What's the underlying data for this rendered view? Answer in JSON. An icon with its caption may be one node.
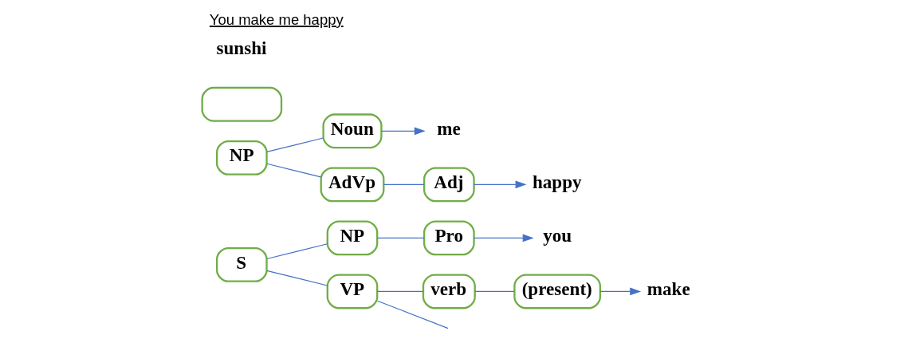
{
  "diagram": {
    "title": "You make me happy",
    "nodes": [
      {
        "text": [
          "S"
        ]
      },
      {
        "text": [
          "NP"
        ]
      },
      {
        "text": [
          "Pro"
        ]
      },
      {
        "text": [
          "VP"
        ]
      },
      {
        "text": [
          "verb"
        ]
      },
      {
        "text": [
          "(present)"
        ]
      },
      {
        "text": [
          "Noun"
        ]
      },
      {
        "text": [
          "NP"
        ]
      },
      {
        "text": [
          "AdVp"
        ]
      },
      {
        "text": [
          "Adj"
        ]
      },
      {
        "text": [
          "you"
        ]
      },
      {
        "text": [
          "make"
        ]
      },
      {
        "text": [
          "me"
        ]
      },
      {
        "text": [
          "happy"
        ]
      },
      {
        "text": [],
        "shape": "box"
      }
    ],
    "edges": [
      {
        "from": 0,
        "to": 1,
        "arrow": "none"
      },
      {
        "from": 0,
        "to": 3,
        "arrow": "none"
      },
      {
        "from": 1,
        "to": 2,
        "arrow": "none"
      },
      {
        "from": 2,
        "to": 10,
        "arrow": "to"
      },
      {
        "from": 3,
        "to": 4,
        "arrow": "none"
      },
      {
        "from": 4,
        "to": 5,
        "arrow": "none"
      },
      {
        "from": 5,
        "to": 11,
        "arrow": "to"
      },
      {
        "from": 3,
        "to": null,
        "arrow": "none"
      },
      {
        "from": 7,
        "to": 6,
        "arrow": "none"
      },
      {
        "from": 7,
        "to": 8,
        "arrow": "none"
      },
      {
        "from": 6,
        "to": 12,
        "arrow": "to"
      },
      {
        "from": 8,
        "to": 9,
        "arrow": "none"
      },
      {
        "from": 9,
        "to": 13,
        "arrow": "to"
      }
    ],
    "labels": [
      "sunshi"
    ]
  }
}
